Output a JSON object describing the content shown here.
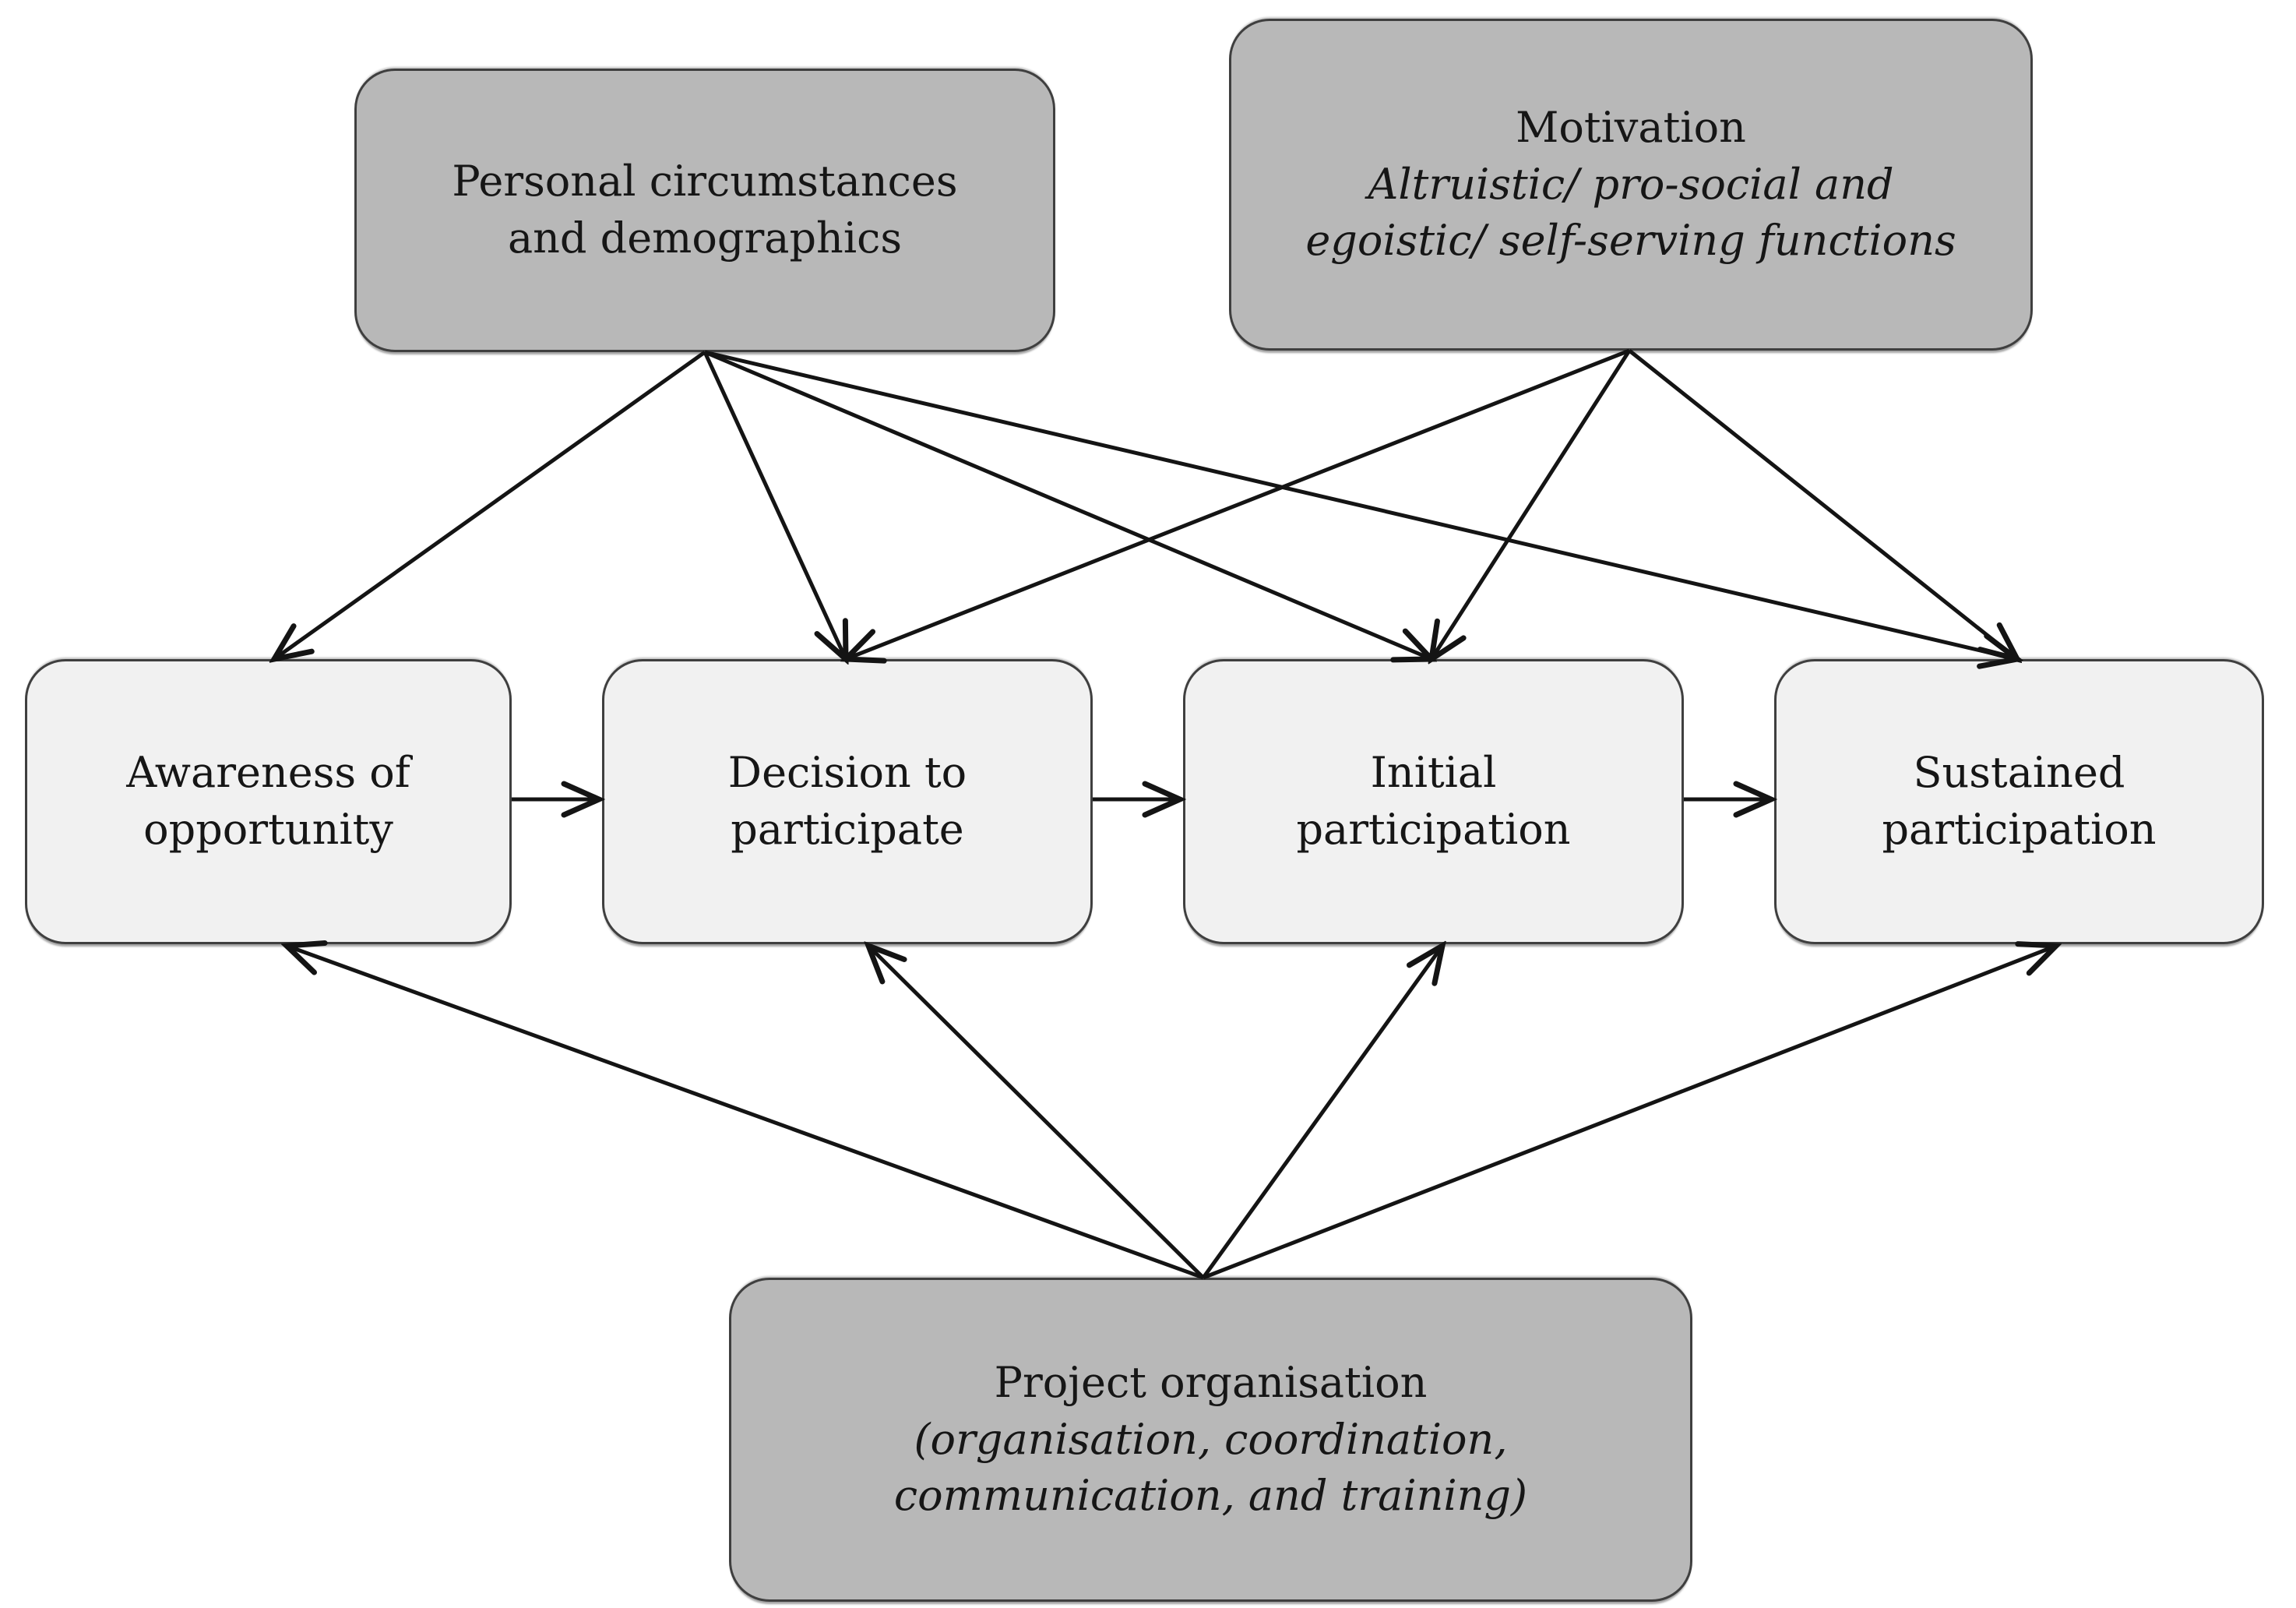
{
  "diagram": {
    "description": "Flow model of volunteer participation: influences on four participation stages",
    "background_color": "#ffffff",
    "arrow_color": "#141414",
    "arrow_head_style": "open-v",
    "influence_box_fill": "#b8b8b8",
    "stage_box_fill": "#f1f1f1",
    "border_color": "#3f3f3f",
    "nodes": {
      "personal": {
        "title": "Personal circumstances and demographics",
        "subtitle": "",
        "fill": "#b8b8b8",
        "role": "influence"
      },
      "motivation": {
        "title": "Motivation",
        "subtitle": "Altruistic/ pro-social and egoistic/ self-serving functions",
        "fill": "#b8b8b8",
        "role": "influence"
      },
      "awareness": {
        "title": "Awareness of opportunity",
        "fill": "#f1f1f1",
        "role": "stage"
      },
      "decision": {
        "title": "Decision to participate",
        "fill": "#f1f1f1",
        "role": "stage"
      },
      "initial": {
        "title": "Initial participation",
        "fill": "#f1f1f1",
        "role": "stage"
      },
      "sustained": {
        "title": "Sustained participation",
        "fill": "#f1f1f1",
        "role": "stage"
      },
      "project": {
        "title": "Project organisation",
        "subtitle": "(organisation, coordination, communication, and training)",
        "fill": "#b8b8b8",
        "role": "influence"
      }
    },
    "edges": [
      {
        "from": "personal",
        "to": "awareness"
      },
      {
        "from": "personal",
        "to": "decision"
      },
      {
        "from": "personal",
        "to": "initial"
      },
      {
        "from": "personal",
        "to": "sustained"
      },
      {
        "from": "motivation",
        "to": "decision"
      },
      {
        "from": "motivation",
        "to": "initial"
      },
      {
        "from": "motivation",
        "to": "sustained"
      },
      {
        "from": "project",
        "to": "awareness"
      },
      {
        "from": "project",
        "to": "decision"
      },
      {
        "from": "project",
        "to": "initial"
      },
      {
        "from": "project",
        "to": "sustained"
      },
      {
        "from": "awareness",
        "to": "decision"
      },
      {
        "from": "decision",
        "to": "initial"
      },
      {
        "from": "initial",
        "to": "sustained"
      }
    ]
  }
}
